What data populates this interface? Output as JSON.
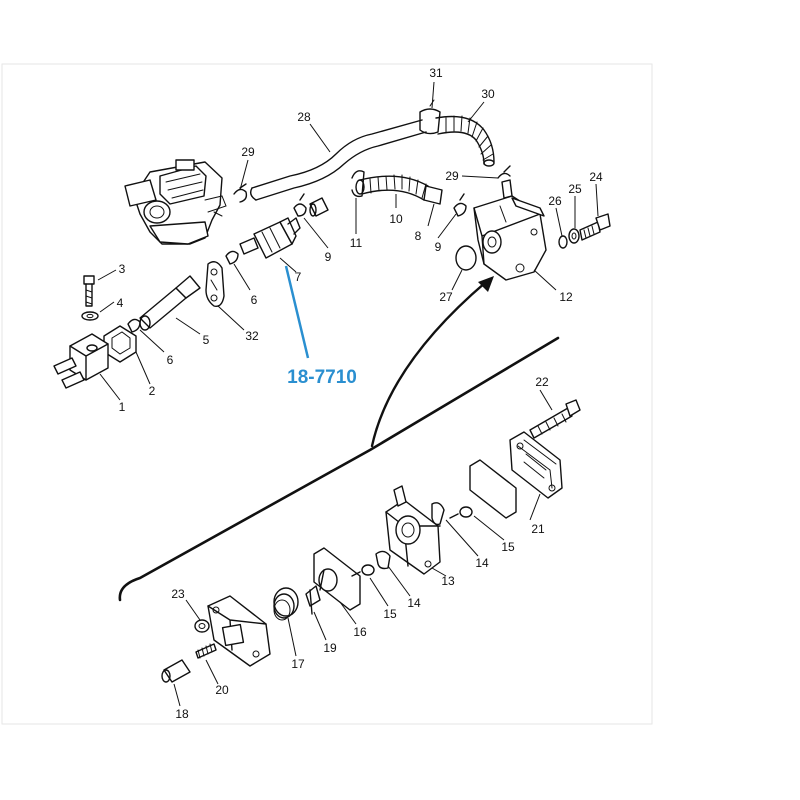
{
  "colors": {
    "callout": "#2a8fd0",
    "ink": "#111111",
    "background": "#ffffff"
  },
  "callout": {
    "part_number": "18-7710"
  },
  "parts": {
    "p1": "1",
    "p2": "2",
    "p3": "3",
    "p4": "4",
    "p5": "5",
    "p6a": "6",
    "p6b": "6",
    "p7": "7",
    "p8": "8",
    "p9a": "9",
    "p9b": "9",
    "p10": "10",
    "p11": "11",
    "p12": "12",
    "p13": "13",
    "p14a": "14",
    "p14b": "14",
    "p15a": "15",
    "p15b": "15",
    "p16": "16",
    "p17": "17",
    "p18": "18",
    "p19": "19",
    "p20": "20",
    "p21": "21",
    "p22": "22",
    "p23": "23",
    "p24": "24",
    "p25": "25",
    "p26": "26",
    "p27": "27",
    "p28": "28",
    "p29a": "29",
    "p29b": "29",
    "p30": "30",
    "p31": "31",
    "p32": "32"
  }
}
